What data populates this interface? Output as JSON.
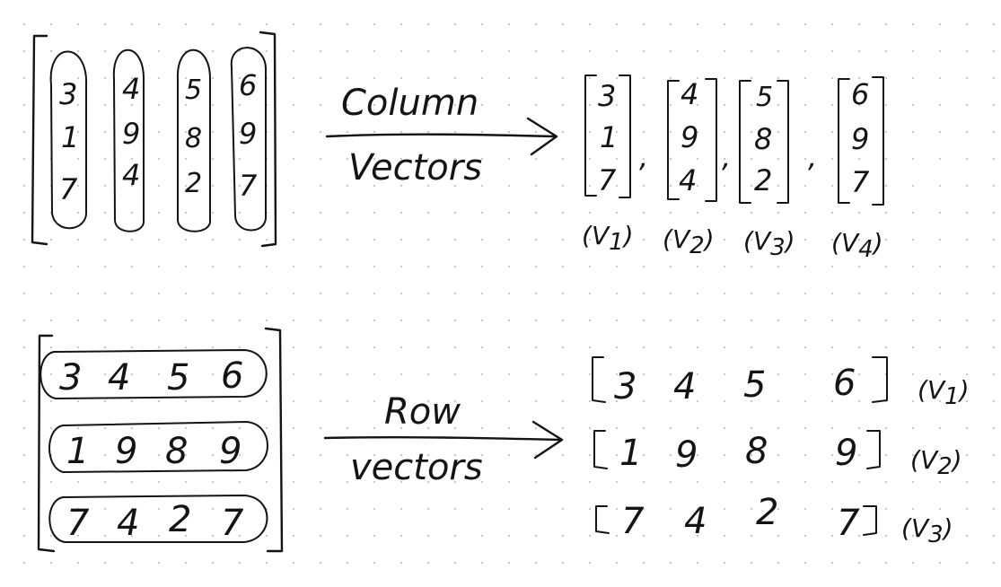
{
  "column_section": {
    "matrix_columns": [
      [
        "3",
        "1",
        "7"
      ],
      [
        "4",
        "9",
        "4"
      ],
      [
        "5",
        "8",
        "2"
      ],
      [
        "6",
        "9",
        "7"
      ]
    ],
    "arrow_label_line1": "Column",
    "arrow_label_line2": "Vectors",
    "vectors": [
      [
        "3",
        "1",
        "7"
      ],
      [
        "4",
        "9",
        "4"
      ],
      [
        "5",
        "8",
        "2"
      ],
      [
        "6",
        "9",
        "7"
      ]
    ],
    "separator": ",",
    "vector_labels": [
      {
        "open": "(",
        "v": "V",
        "sub": "1",
        "close": ")"
      },
      {
        "open": "(",
        "v": "V",
        "sub": "2",
        "close": ")"
      },
      {
        "open": "(",
        "v": "V",
        "sub": "3",
        "close": ")"
      },
      {
        "open": "(",
        "v": "V",
        "sub": "4",
        "close": ")"
      }
    ]
  },
  "row_section": {
    "matrix_rows": [
      [
        "3",
        "4",
        "5",
        "6"
      ],
      [
        "1",
        "9",
        "8",
        "9"
      ],
      [
        "7",
        "4",
        "2",
        "7"
      ]
    ],
    "arrow_label_line1": "Row",
    "arrow_label_line2": "vectors",
    "vectors": [
      [
        "3",
        "4",
        "5",
        "6"
      ],
      [
        "1",
        "9",
        "8",
        "9"
      ],
      [
        "7",
        "4",
        "2",
        "7"
      ]
    ],
    "vector_labels": [
      {
        "open": "(",
        "v": "V",
        "sub": "1",
        "close": ")"
      },
      {
        "open": "(",
        "v": "V",
        "sub": "2",
        "close": ")"
      },
      {
        "open": "(",
        "v": "V",
        "sub": "3",
        "close": ")"
      }
    ]
  }
}
